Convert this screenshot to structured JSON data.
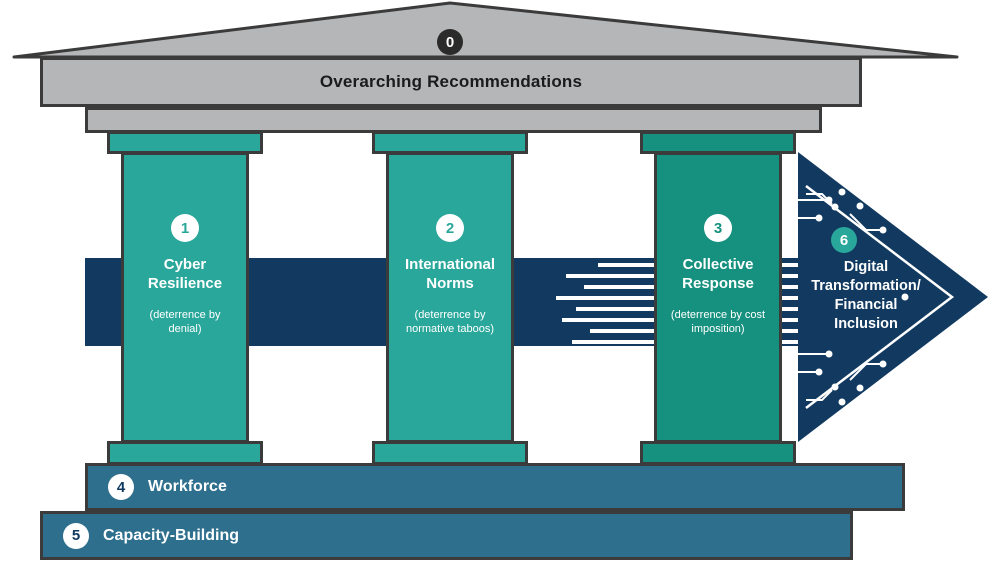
{
  "diagram": {
    "pediment": {
      "badge": "0",
      "title": "Overarching Recommendations"
    },
    "pillars": [
      {
        "badge": "1",
        "title": "Cyber Resilience",
        "subtitle": "(deterrence by denial)"
      },
      {
        "badge": "2",
        "title": "International Norms",
        "subtitle": "(deterrence by normative taboos)"
      },
      {
        "badge": "3",
        "title": "Collective Response",
        "subtitle": "(deterrence by cost imposition)"
      }
    ],
    "arrow": {
      "badge": "6",
      "title": "Digital Transformation/ Financial Inclusion"
    },
    "steps": [
      {
        "badge": "4",
        "label": "Workforce"
      },
      {
        "badge": "5",
        "label": "Capacity-Building"
      }
    ],
    "colors": {
      "pediment_gray": "#b4b6b8",
      "pillar_teal": "#2aa79b",
      "pillar_teal_dark": "#17917f",
      "navy": "#123a60",
      "step_blue": "#2e6f8e",
      "outline": "#3b3b3b"
    }
  }
}
